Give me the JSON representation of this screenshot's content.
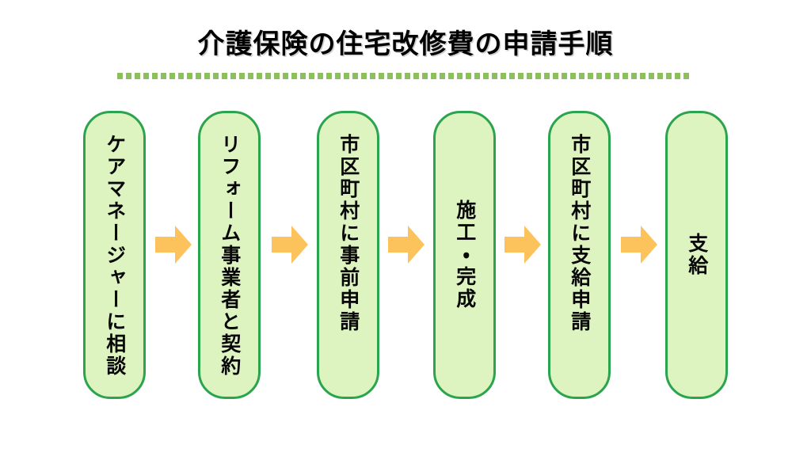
{
  "title": {
    "text": "介護保険の住宅改修費の申請手順"
  },
  "colors": {
    "box_fill": "#ddf4c0",
    "box_border": "#2ba44e",
    "arrow": "#fcc25c",
    "rule": "#8dbf5e",
    "title_text": "#000000",
    "background": "#ffffff"
  },
  "flow": {
    "steps": [
      {
        "index": 1,
        "label": "ケアマネージャーに相談",
        "align": "top"
      },
      {
        "index": 2,
        "label": "リフォーム事業者と契約",
        "align": "top"
      },
      {
        "index": 3,
        "label": "市区町村に事前申請",
        "align": "top"
      },
      {
        "index": 4,
        "label": "施工・完成",
        "align": "center"
      },
      {
        "index": 5,
        "label": "市区町村に支給申請",
        "align": "top"
      },
      {
        "index": 6,
        "label": "支給",
        "align": "center"
      }
    ],
    "connectors": [
      {
        "from": 1,
        "to": 2,
        "icon": "right-arrow-icon"
      },
      {
        "from": 2,
        "to": 3,
        "icon": "right-arrow-icon"
      },
      {
        "from": 3,
        "to": 4,
        "icon": "right-arrow-icon"
      },
      {
        "from": 4,
        "to": 5,
        "icon": "right-arrow-icon"
      },
      {
        "from": 5,
        "to": 6,
        "icon": "right-arrow-icon"
      }
    ]
  }
}
